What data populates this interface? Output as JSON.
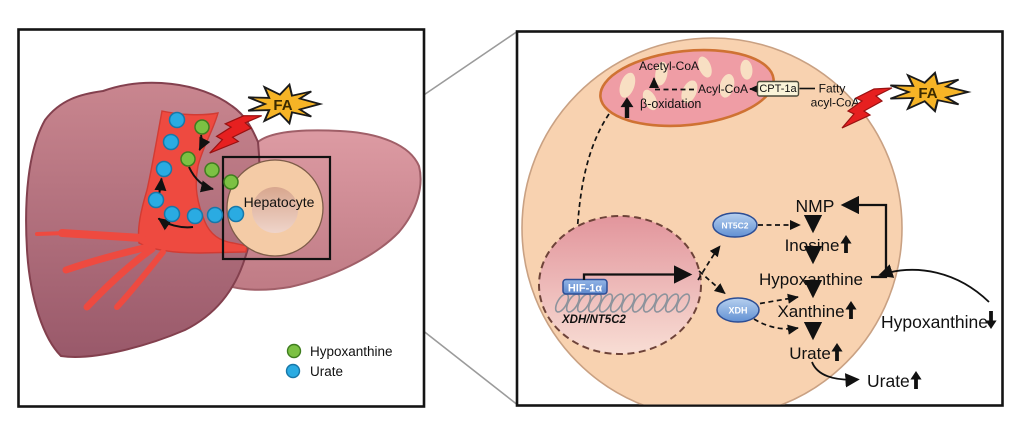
{
  "left_panel": {
    "fa_label": "FA",
    "hepatocyte_label": "Hepatocyte",
    "legend": {
      "hypoxanthine": "Hypoxanthine",
      "urate": "Urate"
    }
  },
  "right_panel": {
    "fa_label": "FA",
    "mitochondrion": {
      "acetyl_coa": "Acetyl-CoA",
      "acyl_coa": "Acyl-CoA",
      "beta_oxidation": "β-oxidation",
      "beta_oxidation_trend": "up",
      "cpt1a": "CPT-1a",
      "fatty_line1": "Fatty",
      "fatty_line2": "acyl-CoA"
    },
    "nucleus": {
      "hif": "HIF-1α",
      "genes": "XDH/NT5C2"
    },
    "enzymes": {
      "nt5c2": "NT5C2",
      "xdh": "XDH"
    },
    "pathway": {
      "nmp": "NMP",
      "inosine": "Inosine",
      "inosine_trend": "up",
      "hypoxanthine": "Hypoxanthine",
      "xanthine": "Xanthine",
      "xanthine_trend": "up",
      "urate": "Urate",
      "urate_trend": "up"
    },
    "external": {
      "hypoxanthine": "Hypoxanthine",
      "hypoxanthine_trend": "down",
      "urate": "Urate",
      "urate_trend": "up"
    }
  },
  "colors": {
    "fa_burst": "#f6b426",
    "lightning": "#e62020",
    "hypoxanthine_dot": "#7cc143",
    "urate_dot": "#2aabe2",
    "cell_fill": "#f8d2b0",
    "mitochondrion_fill": "#ef9da5",
    "enzyme_blue": "#6190d3",
    "vessel_red": "#ee4a40",
    "liver_dark": "#a4636f",
    "liver_light": "#d7959d"
  }
}
